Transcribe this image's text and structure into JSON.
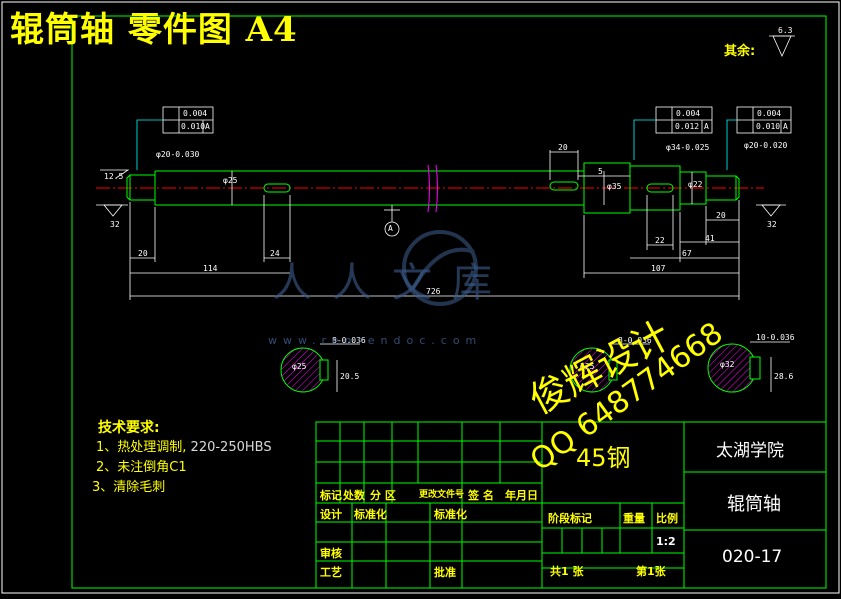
{
  "title": "辊筒轴 零件图 A4",
  "surface_note": {
    "label": "其余:",
    "roughness": "6.3"
  },
  "tech_requirements": {
    "heading": "技术要求:",
    "items": [
      {
        "no": "1、",
        "text": "热处理调制, ",
        "value": "220-250HBS"
      },
      {
        "no": "2、",
        "text": "未注倒角C1",
        "value": ""
      },
      {
        "no": "3、",
        "text": "清除毛刺",
        "value": ""
      }
    ]
  },
  "title_block": {
    "school": "太湖学院",
    "part_name": "辊筒轴",
    "drawing_no": "020-17",
    "material": "45钢",
    "scale": "1:2",
    "row_labels": [
      "标记",
      "处数",
      "分 区",
      "更改文件号",
      "签 名",
      "年月日"
    ],
    "labels": {
      "design": "设计",
      "standardize_l": "标准化",
      "standardize_r": "标准化",
      "review": "审核",
      "craft": "工艺",
      "approve": "批准",
      "stage_mark": "阶段标记",
      "weight": "重量",
      "ratio": "比例",
      "total_sheets": "共1 张",
      "sheet_no": "第1张"
    }
  },
  "dimensions": {
    "d20": "20",
    "d114": "114",
    "d726": "726",
    "d107": "107",
    "d67": "67",
    "d41": "41",
    "d22": "22",
    "d20r": "20",
    "d24": "24",
    "d20top": "20",
    "d5": "5",
    "d125": "12.5",
    "d32l": "32",
    "d32r": "32",
    "dia20l": "φ20-0.030",
    "dia20r": "φ20-0.020",
    "dia25": "φ25",
    "dia35": "φ35",
    "dia34": "φ34-0.025",
    "dia22": "φ22",
    "sec1_w": "8-0.036",
    "sec1_h": "20.5",
    "sec1_d": "φ25",
    "sec2_w": "8-0.036",
    "sec2_d": "φ25",
    "sec3_w": "10-0.036",
    "sec3_h": "28.6",
    "sec3_d": "φ32",
    "datum": "A"
  },
  "gdt": [
    {
      "tol1": "0.004",
      "tol2": "0.010",
      "ref": "A"
    },
    {
      "tol1": "0.004",
      "tol2": "0.012",
      "ref": "A"
    },
    {
      "tol1": "0.004",
      "tol2": "0.010",
      "ref": "A"
    }
  ],
  "watermarks": {
    "site_name": "人人文库",
    "site_url": "www.renrendoc.com",
    "stamp1": "俊辉设计",
    "stamp2": "QQ 648774668",
    "stamp_mat": "45钢"
  },
  "colors": {
    "yellow": "#ffff00",
    "green": "#00ff00",
    "cyan": "#00ffff",
    "white": "#ffffff",
    "red": "#ff0000",
    "magenta": "#ff00ff"
  }
}
